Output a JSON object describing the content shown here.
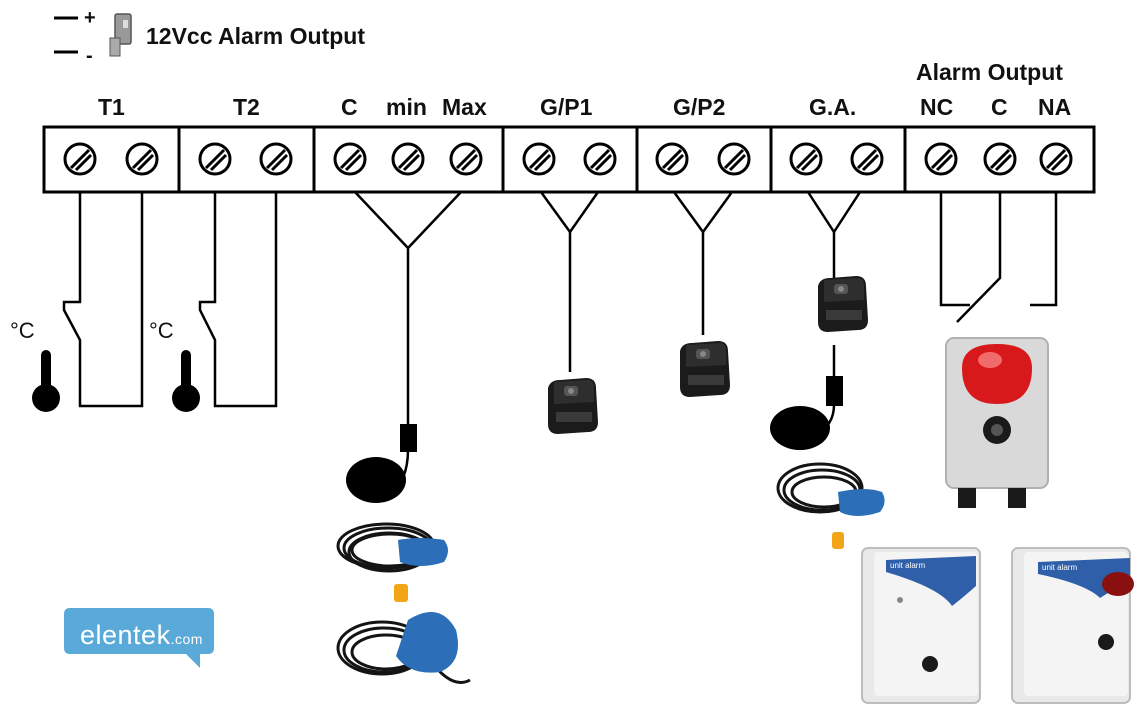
{
  "legend": {
    "plus": "+",
    "minus": "-",
    "label": "12Vcc Alarm Output"
  },
  "terminal_groups": [
    {
      "label": "T1"
    },
    {
      "label": "T2"
    },
    {
      "label": "C"
    },
    {
      "label": "min"
    },
    {
      "label": "Max"
    },
    {
      "label": "G/P1"
    },
    {
      "label": "G/P2"
    },
    {
      "label": "G.A."
    }
  ],
  "alarm_output": {
    "title": "Alarm Output",
    "nc": "NC",
    "c": "C",
    "na": "NA"
  },
  "thermostat_unit": "°C",
  "logo": {
    "name": "elentek",
    "suffix": ".com"
  },
  "panels": [
    {
      "label": "unit alarm"
    },
    {
      "label": "unit alarm"
    }
  ],
  "colors": {
    "float_blue": "#2c6fb8",
    "alarm_red": "#d8191c",
    "fuse_yellow": "#f2a516",
    "logo_blue": "#5aaad9"
  }
}
